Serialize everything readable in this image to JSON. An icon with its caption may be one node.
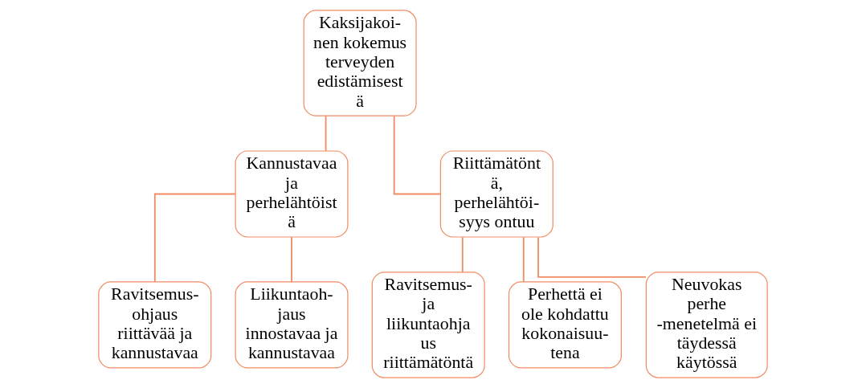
{
  "diagram": {
    "nodes": [
      {
        "text": [
          "Kaksijakoi- nen kokemus terveyden edistämisest ä"
        ]
      },
      {
        "text": [
          "Kannustavaa ja perhelähtöist ä"
        ]
      },
      {
        "text": [
          "Riittämätönt ä, perhelähtöi- syys ontuu"
        ]
      },
      {
        "text": [
          "Ravitsemus- ohjaus riittävää ja kannustavaa"
        ]
      },
      {
        "text": [
          "Liikuntaoh- jaus innostavaa ja kannustavaa"
        ]
      },
      {
        "text": [
          "Ravitsemus- ja liikuntaohja us riittämätöntä"
        ]
      },
      {
        "text": [
          "Perhettä ei ole kohdattu kokonaisuu- tena"
        ]
      },
      {
        "text": [
          "Neuvokas perhe -menetelmä ei täydessä käytössä"
        ]
      }
    ],
    "edges": [
      {
        "from": 0,
        "to": 1,
        "arrow": "none"
      },
      {
        "from": 0,
        "to": 2,
        "arrow": "none"
      },
      {
        "from": 1,
        "to": 3,
        "arrow": "none"
      },
      {
        "from": 1,
        "to": 4,
        "arrow": "none"
      },
      {
        "from": 2,
        "to": 5,
        "arrow": "none"
      },
      {
        "from": 2,
        "to": 6,
        "arrow": "none"
      },
      {
        "from": 2,
        "to": 7,
        "arrow": "none"
      }
    ]
  }
}
